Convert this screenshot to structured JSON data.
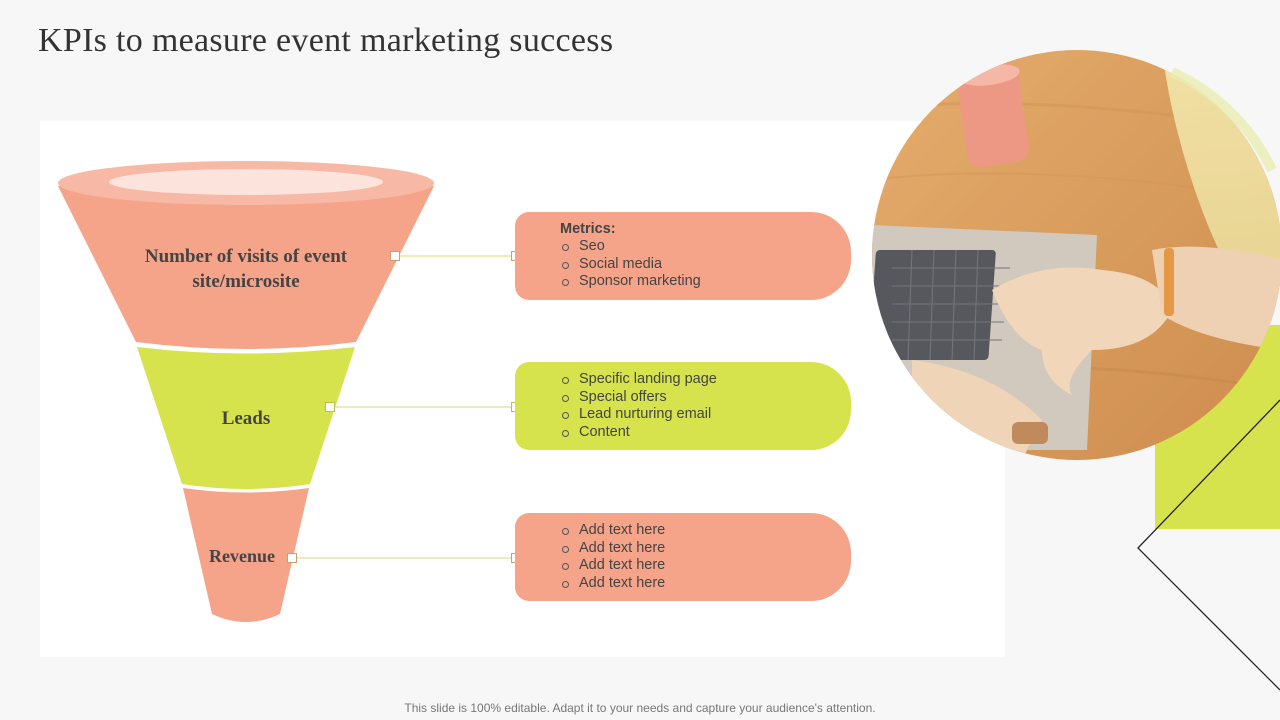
{
  "title": "KPIs to measure event marketing success",
  "colors": {
    "salmon": "#f5a48a",
    "lime": "#d6e34c",
    "connector": "#e2e4a0"
  },
  "funnel": [
    {
      "label": "Number of visits of event site/microsite"
    },
    {
      "label": "Leads"
    },
    {
      "label": "Revenue"
    }
  ],
  "cards": [
    {
      "heading": "Metrics:",
      "items": [
        "Seo",
        "Social media",
        "Sponsor marketing"
      ]
    },
    {
      "heading": "",
      "items": [
        "Specific landing page",
        "Special offers",
        "Lead nurturing email",
        "Content"
      ]
    },
    {
      "heading": "",
      "items": [
        "Add text here",
        "Add text here",
        "Add text here",
        "Add text here"
      ]
    }
  ],
  "photo": {
    "icon": "photo-woman-typing-on-laptop"
  },
  "footer": "This slide is 100% editable. Adapt it to your needs and capture your audience's attention."
}
